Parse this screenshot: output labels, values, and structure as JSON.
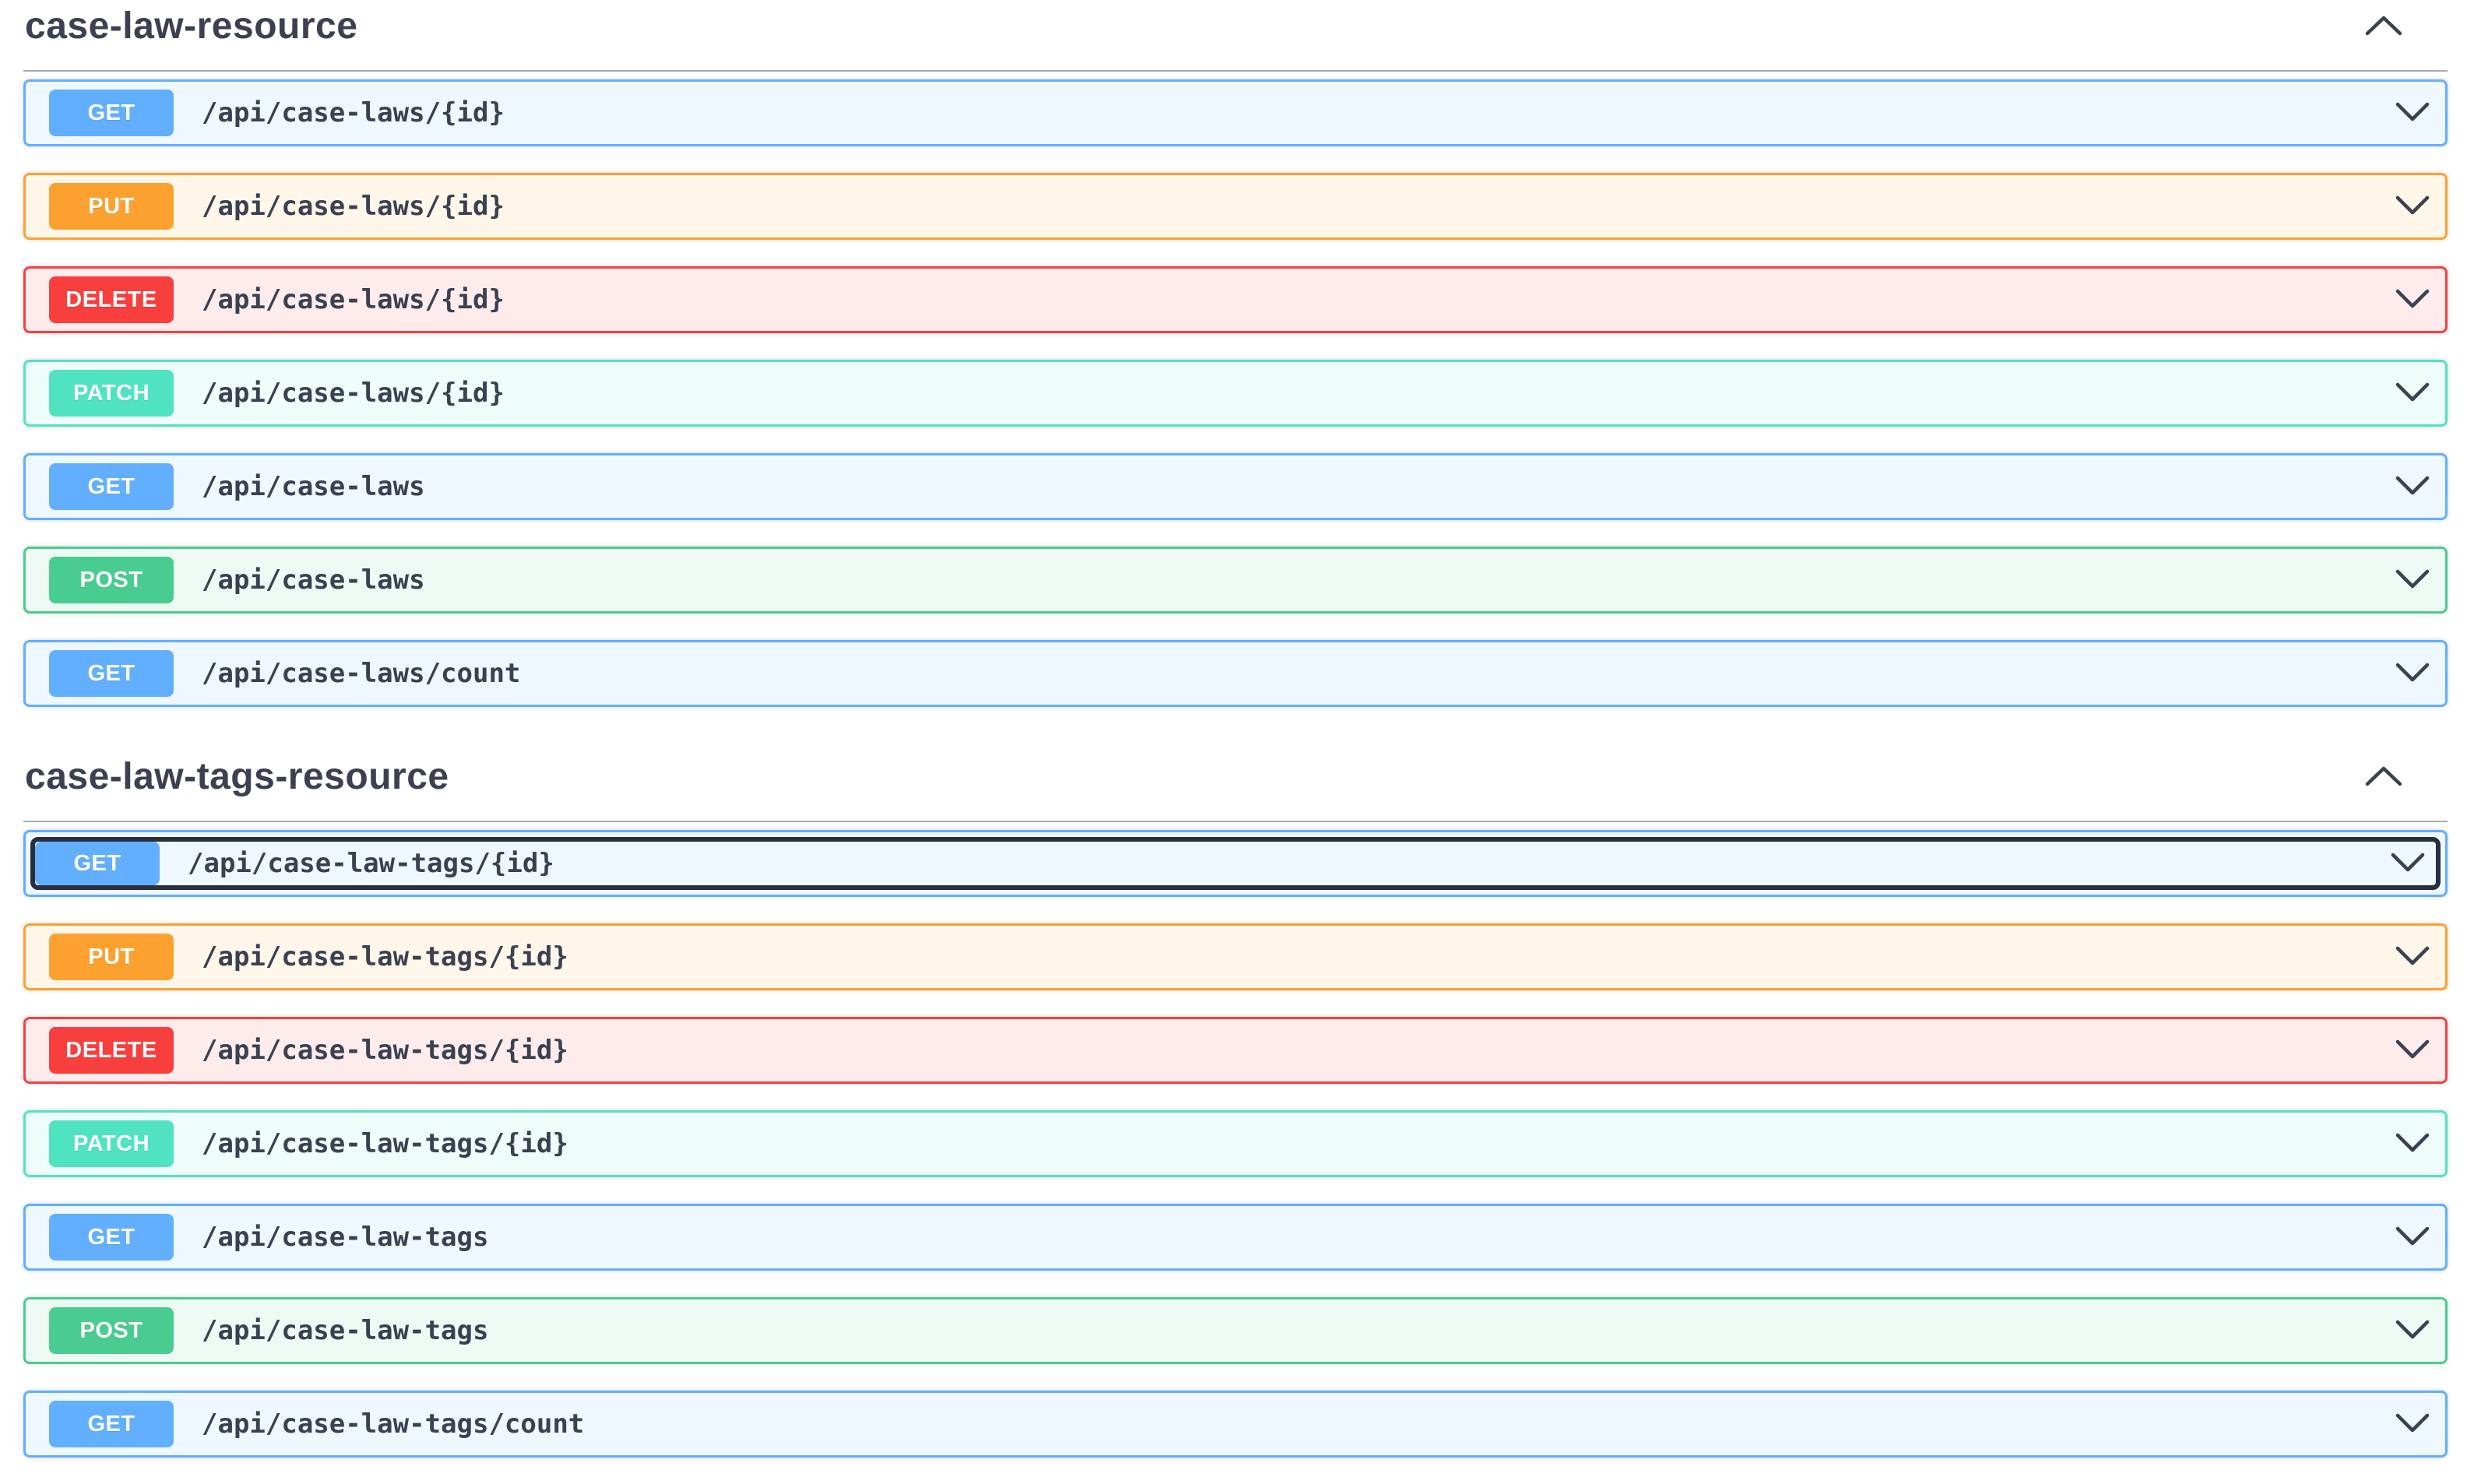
{
  "page": {
    "app": "swagger-ui-endpoint-list",
    "background_color": "#ffffff",
    "heading_text_color": "#3b4151",
    "path_text_color": "#3b4151",
    "divider_color": "#8f939c",
    "focus_outline_color": "#262e3f"
  },
  "icons": {
    "section_collapse": "chevron-up-icon",
    "row_expand": "chevron-down-icon",
    "icon_color": "#3b4151"
  },
  "method_colors": {
    "GET": {
      "badge": "#61affe",
      "border": "#61affe",
      "row_background": "#eff7ff"
    },
    "POST": {
      "badge": "#49cc90",
      "border": "#49cc90",
      "row_background": "#edfaf4"
    },
    "PUT": {
      "badge": "#fca130",
      "border": "#fca130",
      "row_background": "#fff6ea"
    },
    "DELETE": {
      "badge": "#f93e3e",
      "border": "#f93e3e",
      "row_background": "#feecec"
    },
    "PATCH": {
      "badge": "#50e3c2",
      "border": "#50e3c2",
      "row_background": "#eefdf9"
    }
  },
  "sections": [
    {
      "title": "case-law-resource",
      "collapsed": false,
      "endpoints": [
        {
          "method": "GET",
          "path": "/api/case-laws/{id}",
          "focused": false
        },
        {
          "method": "PUT",
          "path": "/api/case-laws/{id}",
          "focused": false
        },
        {
          "method": "DELETE",
          "path": "/api/case-laws/{id}",
          "focused": false
        },
        {
          "method": "PATCH",
          "path": "/api/case-laws/{id}",
          "focused": false
        },
        {
          "method": "GET",
          "path": "/api/case-laws",
          "focused": false
        },
        {
          "method": "POST",
          "path": "/api/case-laws",
          "focused": false
        },
        {
          "method": "GET",
          "path": "/api/case-laws/count",
          "focused": false
        }
      ]
    },
    {
      "title": "case-law-tags-resource",
      "collapsed": false,
      "endpoints": [
        {
          "method": "GET",
          "path": "/api/case-law-tags/{id}",
          "focused": true
        },
        {
          "method": "PUT",
          "path": "/api/case-law-tags/{id}",
          "focused": false
        },
        {
          "method": "DELETE",
          "path": "/api/case-law-tags/{id}",
          "focused": false
        },
        {
          "method": "PATCH",
          "path": "/api/case-law-tags/{id}",
          "focused": false
        },
        {
          "method": "GET",
          "path": "/api/case-law-tags",
          "focused": false
        },
        {
          "method": "POST",
          "path": "/api/case-law-tags",
          "focused": false
        },
        {
          "method": "GET",
          "path": "/api/case-law-tags/count",
          "focused": false
        }
      ]
    }
  ]
}
